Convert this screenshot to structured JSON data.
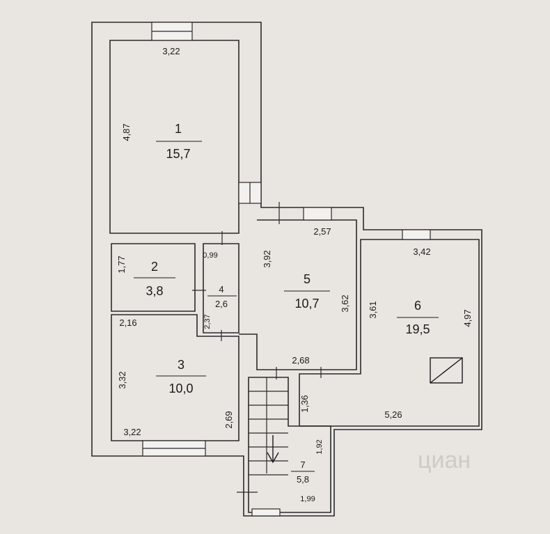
{
  "rooms": [
    {
      "number": "1",
      "area": "15,7"
    },
    {
      "number": "2",
      "area": "3,8"
    },
    {
      "number": "3",
      "area": "10,0"
    },
    {
      "number": "4",
      "area": "2,6"
    },
    {
      "number": "5",
      "area": "10,7"
    },
    {
      "number": "6",
      "area": "19,5"
    },
    {
      "number": "7",
      "area": "5,8"
    }
  ],
  "dimensions": {
    "r1_top": "3,22",
    "r1_left": "4,87",
    "r2_left": "1,77",
    "r4_top": "0,99",
    "r4_left": "2,37",
    "r3_top": "2,16",
    "r3_left": "3,32",
    "r3_bottom": "3,22",
    "r3_right": "2,69",
    "r5_top": "2,57",
    "r5_left": "3,92",
    "r5_right": "3,62",
    "r5_bottom": "2,68",
    "r6_top": "3,42",
    "r6_left": "3,61",
    "r6_right": "4,97",
    "r6_bottom": "5,26",
    "r6_notch": "1,36",
    "r7_right": "1,92",
    "r7_bottom": "1,99"
  },
  "watermark": "циан"
}
